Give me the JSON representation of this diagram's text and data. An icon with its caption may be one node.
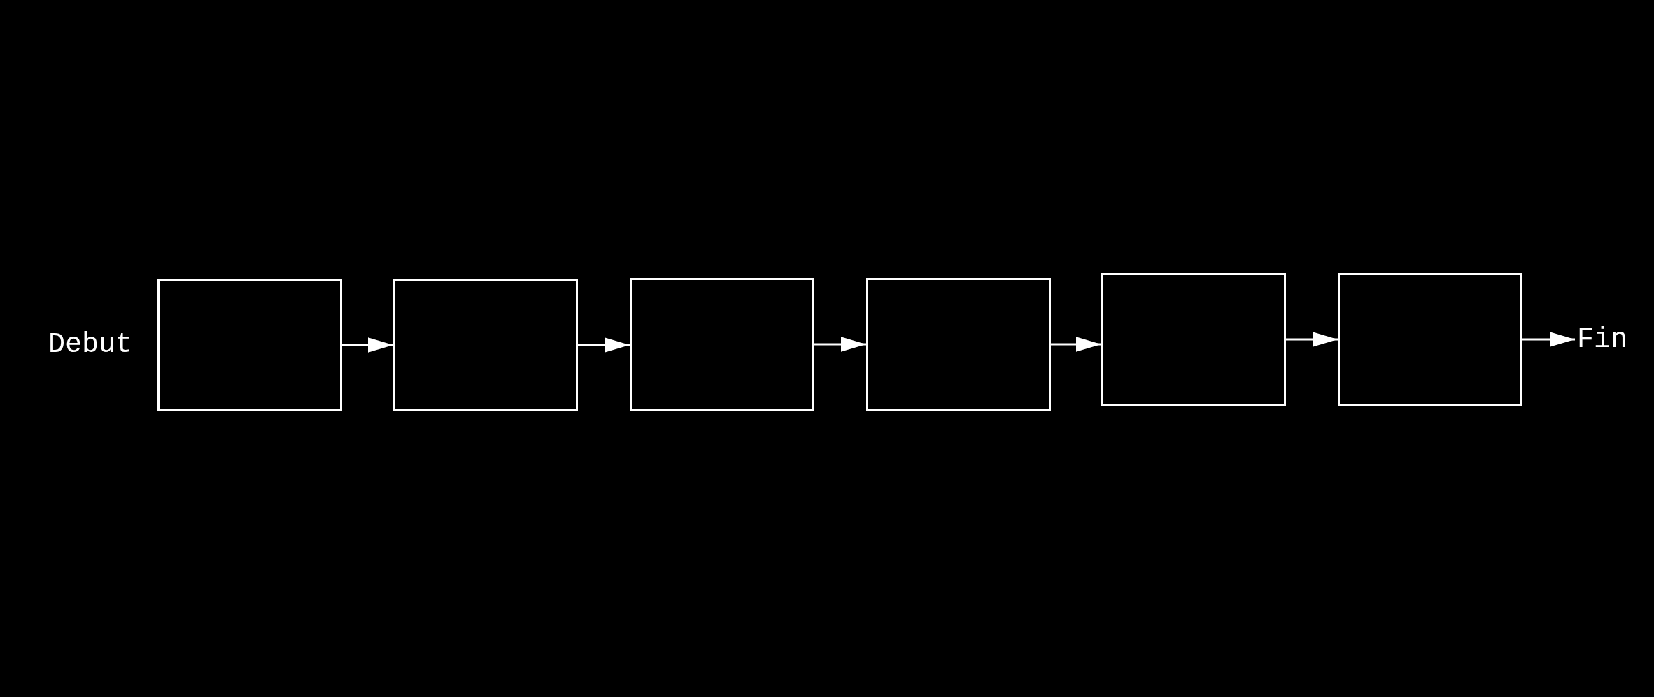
{
  "diagram": {
    "nodes": [
      {
        "text": [],
        "shape": "box"
      },
      {
        "text": [],
        "shape": "box"
      },
      {
        "text": [],
        "shape": "box"
      },
      {
        "text": [],
        "shape": "box"
      },
      {
        "text": [],
        "shape": "box"
      },
      {
        "text": [],
        "shape": "box"
      },
      {
        "text": [
          "Fin"
        ]
      }
    ],
    "edges": [
      {
        "from": 0,
        "to": 1,
        "arrow": "to"
      },
      {
        "from": 1,
        "to": 2,
        "arrow": "to"
      },
      {
        "from": 2,
        "to": 3,
        "arrow": "to"
      },
      {
        "from": 3,
        "to": 4,
        "arrow": "to"
      },
      {
        "from": 4,
        "to": 5,
        "arrow": "to"
      },
      {
        "from": 5,
        "to": 6,
        "arrow": "to"
      }
    ],
    "labels": [
      "Debut"
    ]
  }
}
